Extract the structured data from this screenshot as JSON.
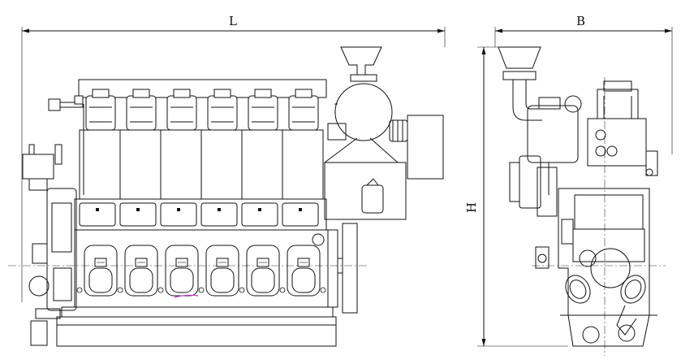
{
  "dimensions": {
    "length_label": "L",
    "breadth_label": "B",
    "height_label": "H"
  },
  "colors": {
    "line": "#111111",
    "background": "#ffffff",
    "accent_mark": "#c040c0"
  }
}
